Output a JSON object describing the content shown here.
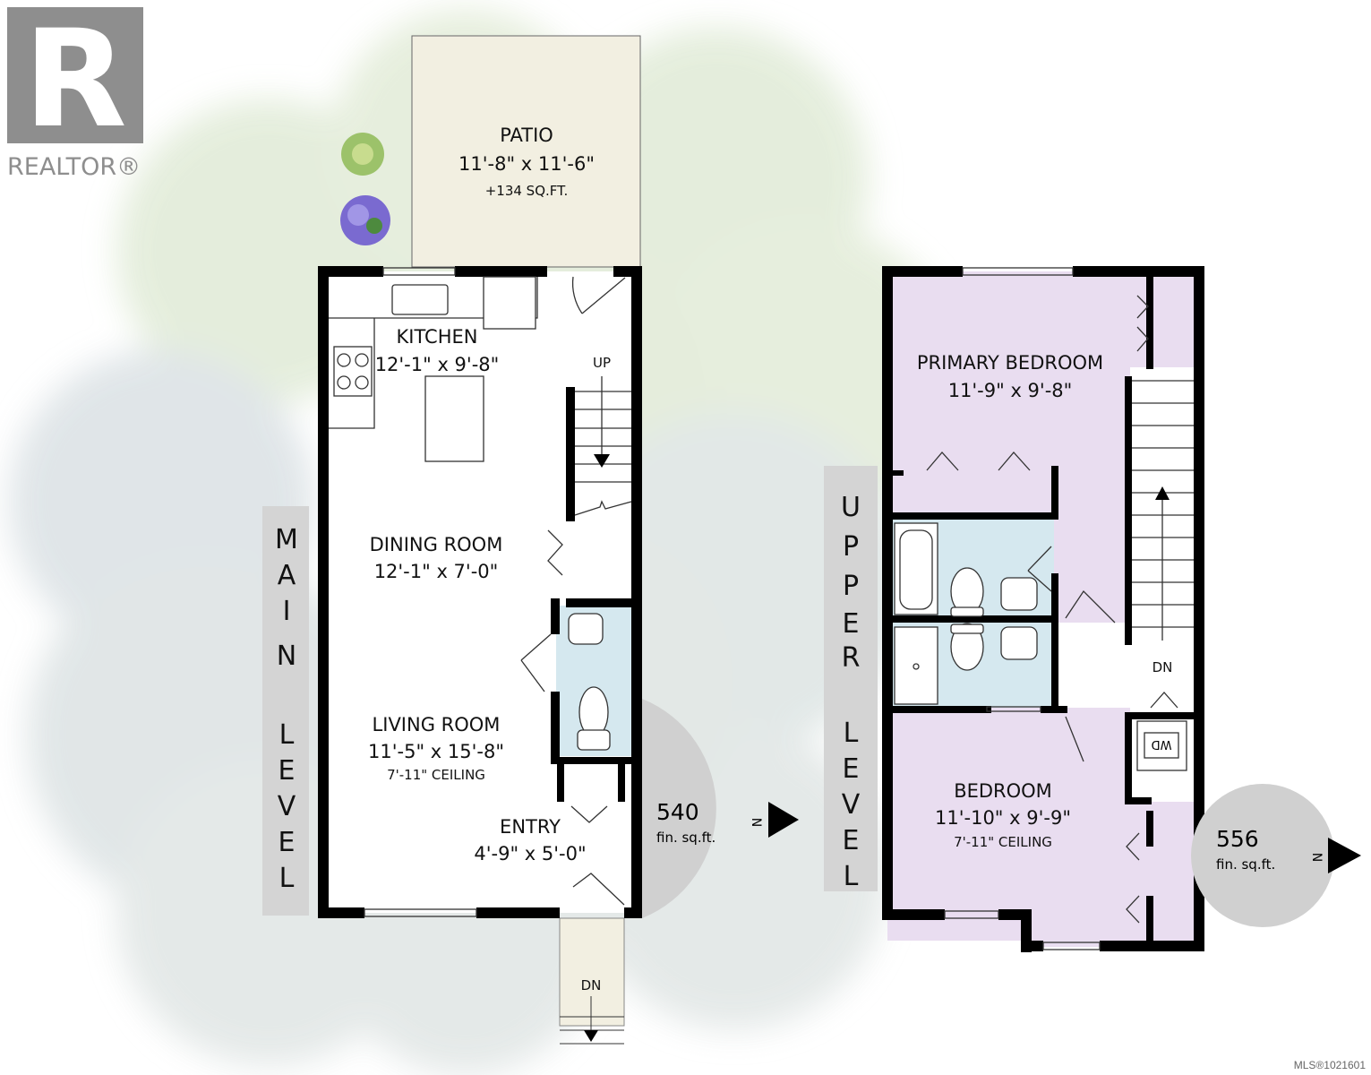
{
  "branding": {
    "logo_letter": "R",
    "logo_text": "REALTOR®",
    "mls": "MLS®1021601"
  },
  "main_level": {
    "title_letters": [
      "M",
      "A",
      "I",
      "N",
      "L",
      "E",
      "V",
      "E",
      "L"
    ],
    "area": "540",
    "area_unit": "fin. sq.ft.",
    "north": "N",
    "rooms": {
      "patio": {
        "name": "PATIO",
        "dims": "11'-8\" x 11'-6\"",
        "note": "+134 SQ.FT."
      },
      "kitchen": {
        "name": "KITCHEN",
        "dims": "12'-1\" x 9'-8\""
      },
      "dining": {
        "name": "DINING ROOM",
        "dims": "12'-1\" x 7'-0\""
      },
      "living": {
        "name": "LIVING ROOM",
        "dims": "11'-5\" x 15'-8\"",
        "note": "7'-11\" CEILING"
      },
      "entry": {
        "name": "ENTRY",
        "dims": "4'-9\" x 5'-0\""
      }
    },
    "stairs_label": "UP",
    "steps_label": "DN"
  },
  "upper_level": {
    "title_letters": [
      "U",
      "P",
      "P",
      "E",
      "R",
      "L",
      "E",
      "V",
      "E",
      "L"
    ],
    "area": "556",
    "area_unit": "fin. sq.ft.",
    "north": "N",
    "rooms": {
      "primary": {
        "name": "PRIMARY BEDROOM",
        "dims": "11'-9\" x 9'-8\""
      },
      "bedroom": {
        "name": "BEDROOM",
        "dims": "11'-10\" x 9'-9\"",
        "note": "7'-11\" CEILING"
      }
    },
    "stairs_label": "DN",
    "laundry_label": "WD"
  },
  "colors": {
    "wall": "#000000",
    "patio": "#f2efe1",
    "bedroom": "#e9ddf0",
    "bath": "#d5e8ef",
    "label_bar": "#d4d4d4",
    "compass": "#d0d0d0",
    "foliage_green": "#dfe9d6",
    "foliage_grey": "#dde3e4"
  }
}
